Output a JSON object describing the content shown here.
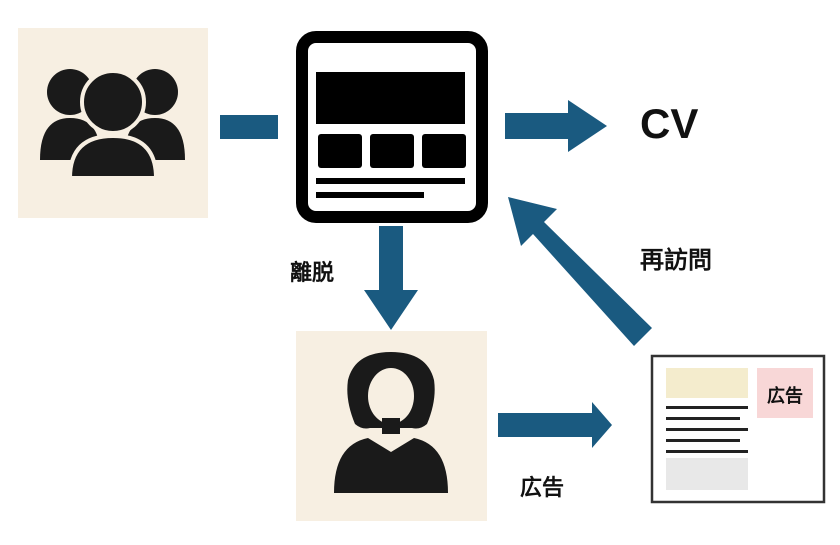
{
  "labels": {
    "cv": "CV",
    "revisit": "再訪問",
    "leave": "離脱",
    "ad_bottom": "広告",
    "ad_inner": "広告"
  },
  "colors": {
    "arrow": "#1a5a80",
    "tile_bg": "#f7efe2",
    "ad_badge": "#f8d7d7",
    "ad_banner": "#f4eccd",
    "ad_image": "#e8e8e8",
    "icon": "#1a1a1a"
  },
  "icons": [
    "group-of-users-icon",
    "webpage-icon",
    "single-user-icon",
    "ad-page-icon"
  ]
}
